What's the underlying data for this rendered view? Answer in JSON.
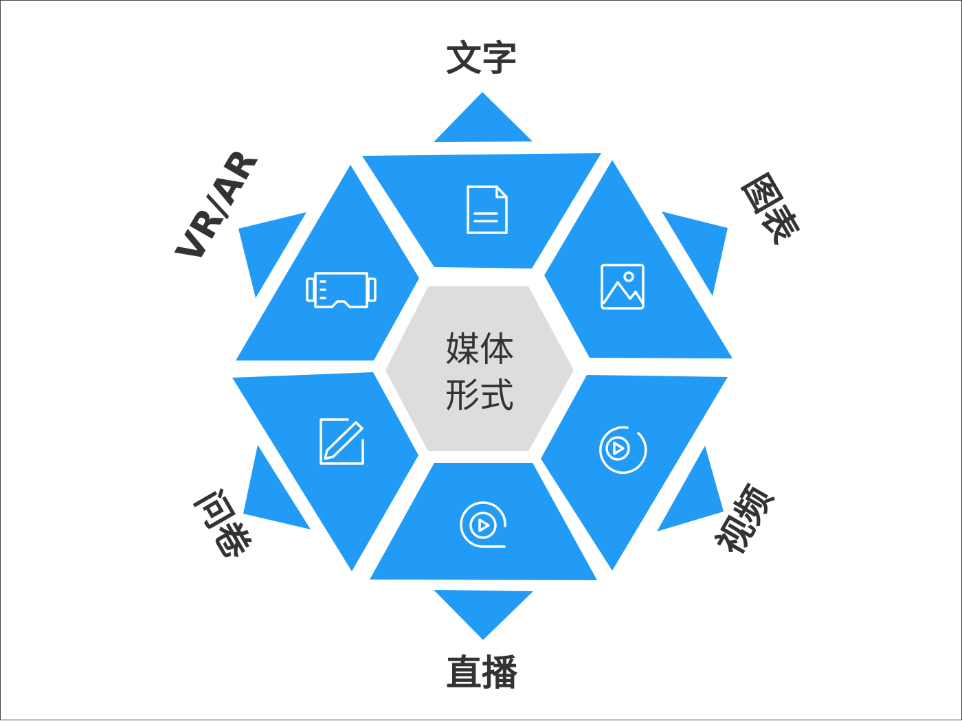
{
  "center": {
    "line1": "媒体",
    "line2": "形式"
  },
  "segments": [
    {
      "id": "text",
      "label": "文字",
      "icon": "document-icon"
    },
    {
      "id": "chart",
      "label": "图表",
      "icon": "image-icon"
    },
    {
      "id": "video",
      "label": "视频",
      "icon": "play-circle-icon"
    },
    {
      "id": "live",
      "label": "直播",
      "icon": "live-play-icon"
    },
    {
      "id": "survey",
      "label": "问卷",
      "icon": "edit-icon"
    },
    {
      "id": "vrar",
      "label": "VR/AR",
      "icon": "vr-headset-icon"
    }
  ],
  "colors": {
    "segment": "#219BF5",
    "center": "#DDDDDD",
    "text": "#333333",
    "border": "#444444"
  }
}
